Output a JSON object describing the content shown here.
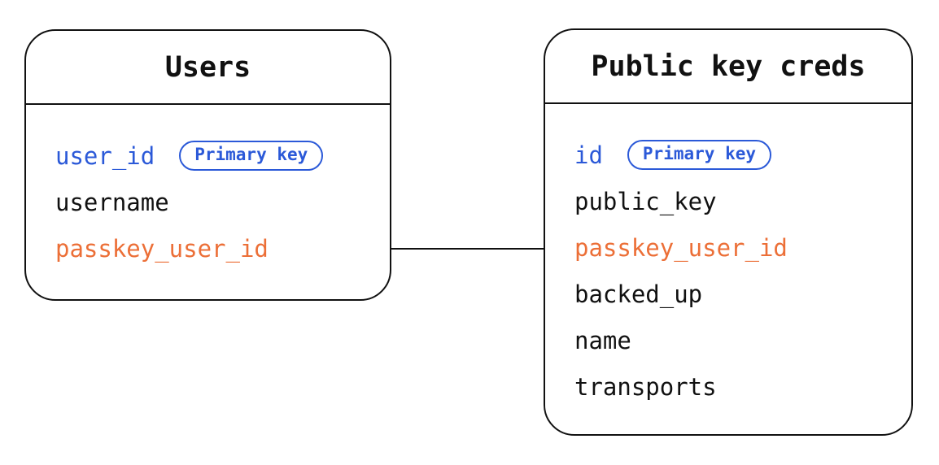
{
  "diagram": {
    "type": "database-schema",
    "colors": {
      "primary_blue": "#2b59d8",
      "foreign_orange": "#ec6f37",
      "stroke": "#111111",
      "background": "#ffffff"
    },
    "tables": [
      {
        "title": "Users",
        "fields": [
          {
            "name": "user_id",
            "role": "primary-key",
            "badge": "Primary key"
          },
          {
            "name": "username",
            "role": "plain"
          },
          {
            "name": "passkey_user_id",
            "role": "foreign-key"
          }
        ]
      },
      {
        "title": "Public key creds",
        "fields": [
          {
            "name": "id",
            "role": "primary-key",
            "badge": "Primary key"
          },
          {
            "name": "public_key",
            "role": "plain"
          },
          {
            "name": "passkey_user_id",
            "role": "foreign-key"
          },
          {
            "name": "backed_up",
            "role": "plain"
          },
          {
            "name": "name",
            "role": "plain"
          },
          {
            "name": "transports",
            "role": "plain"
          }
        ]
      }
    ],
    "relation": {
      "from": "Users.passkey_user_id",
      "to": "Public key creds.passkey_user_id"
    }
  }
}
